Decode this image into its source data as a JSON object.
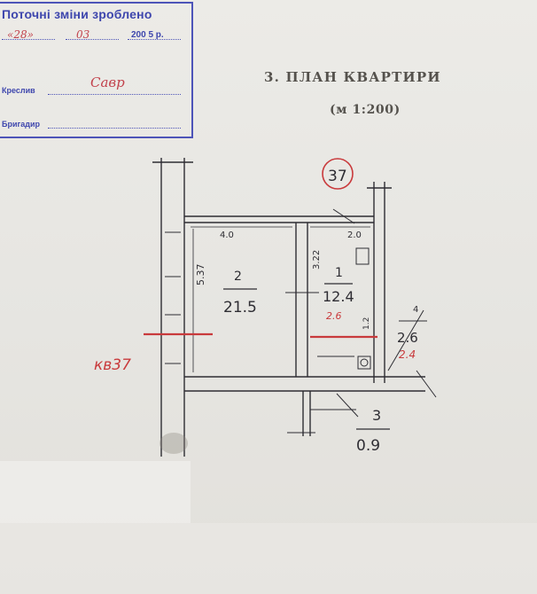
{
  "stamp": {
    "title": "Поточні зміни зроблено",
    "line_day": "«28»",
    "line_month": "03",
    "line_year": "200 5 р.",
    "label_drew": "Креслив",
    "label_foreman": "Бригадир",
    "signature": "Савр"
  },
  "document": {
    "title": "3. ПЛАН КВАРТИРИ",
    "scale": "(м 1:200)"
  },
  "plan": {
    "apartment_number": "37",
    "neighbor_label": "кв37",
    "dim_wall_height": "5.37",
    "dim_room2_width": "4.0",
    "dim_room1_width": "2.0",
    "dim_room1_height": "3.22",
    "dim_small": "1.2",
    "room2": {
      "number": "2",
      "area": "21.5"
    },
    "room1": {
      "number": "1",
      "area": "12.4",
      "red_note": "2.6"
    },
    "room4": {
      "number": "4",
      "area": "2.6",
      "red_note": "2.4"
    },
    "room3": {
      "number": "3",
      "area": "0.9"
    }
  },
  "colors": {
    "stamp": "#4d54b8",
    "ink": "#2e2d33",
    "red_ink": "#c93a3c",
    "paper": "#e9e7e2"
  }
}
